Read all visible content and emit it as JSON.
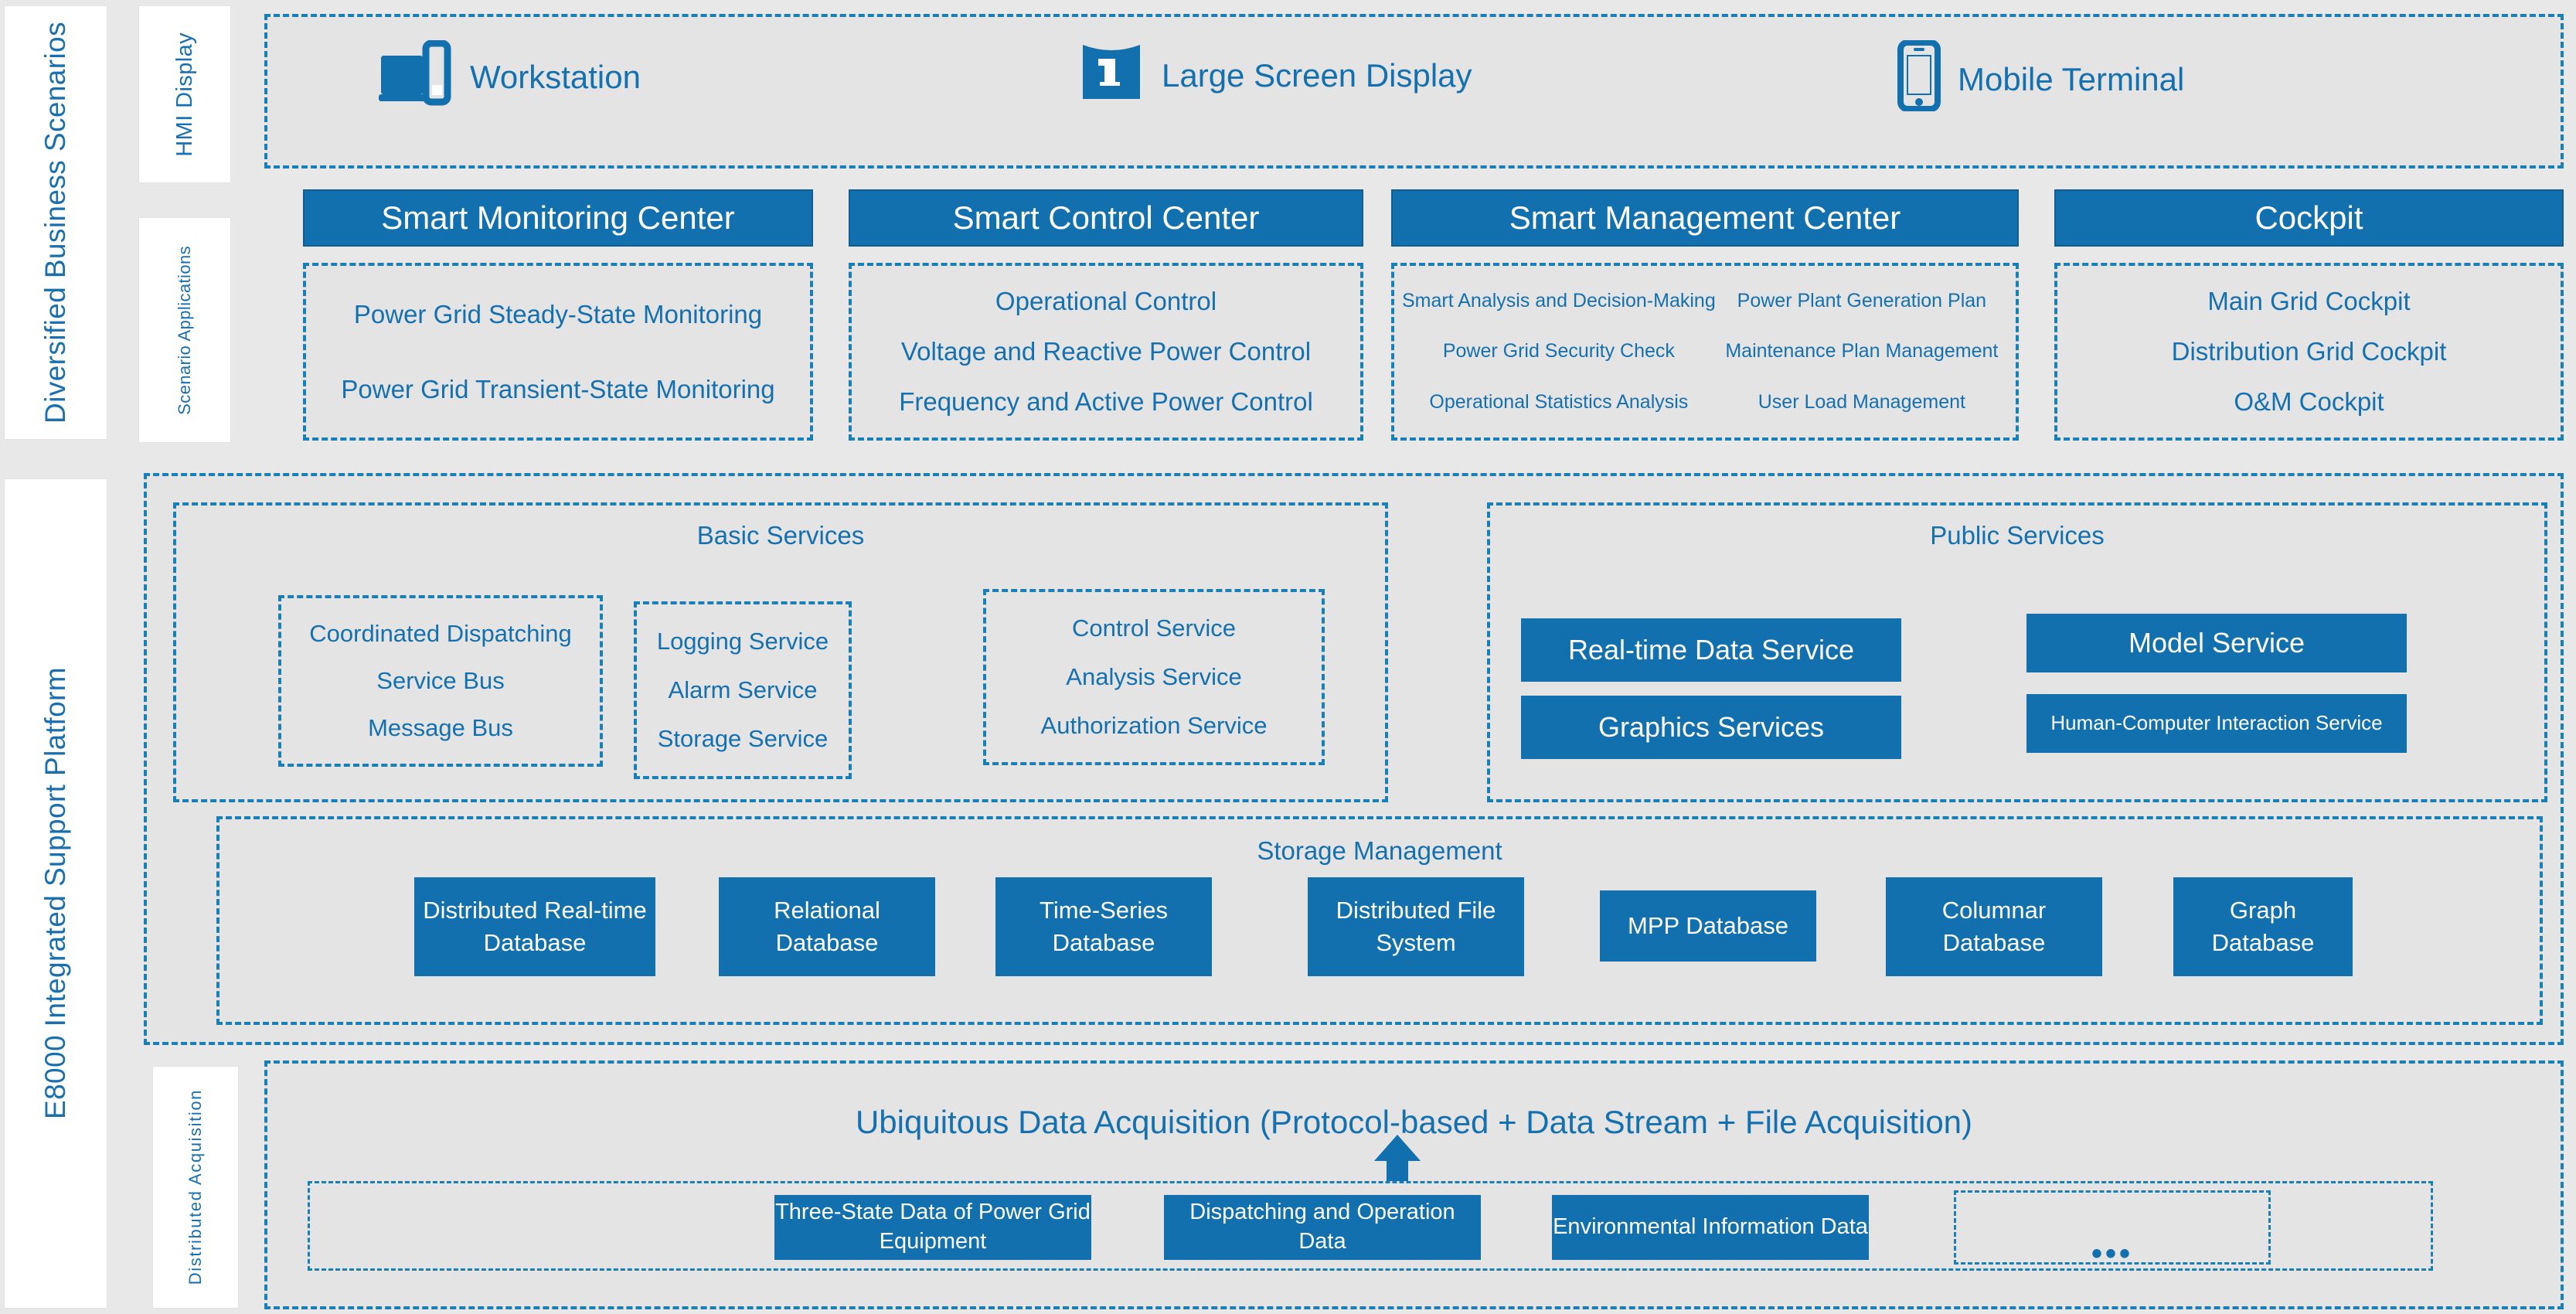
{
  "rails": {
    "scenarios": "Diversified Business Scenarios",
    "platform": "E8000 Integrated Support Platform",
    "hmi": "HMI Display",
    "apps": "Scenario Applications",
    "acquisition": "Distributed Acquisition"
  },
  "colors": {
    "brand_blue": "#1270ae",
    "text_blue": "#1570b0",
    "dash_blue": "#1a7fb5",
    "panel_gray": "#e4e4e4",
    "page_gray": "#e8e8e8"
  },
  "hmi_display": {
    "items": [
      {
        "label": "Workstation",
        "icon": "workstation-icon"
      },
      {
        "label": "Large Screen Display",
        "icon": "large-screen-icon"
      },
      {
        "label": "Mobile Terminal",
        "icon": "mobile-phone-icon"
      }
    ]
  },
  "scenario_applications": {
    "columns": [
      {
        "title": "Smart Monitoring Center",
        "items": [
          "Power Grid Steady-State Monitoring",
          "Power Grid Transient-State Monitoring"
        ]
      },
      {
        "title": "Smart Control Center",
        "items": [
          "Operational Control",
          "Voltage and Reactive Power Control",
          "Frequency and Active Power Control"
        ]
      },
      {
        "title": "Smart Management Center",
        "items": [
          "Smart Analysis and Decision-Making",
          "Power Plant Generation Plan",
          "Power Grid Security Check",
          "Maintenance Plan Management",
          "Operational Statistics Analysis",
          "User Load Management"
        ]
      },
      {
        "title": "Cockpit",
        "items": [
          "Main Grid Cockpit",
          "Distribution Grid Cockpit",
          "O&M Cockpit"
        ]
      }
    ]
  },
  "basic_services": {
    "title": "Basic Services",
    "groups": [
      {
        "items": [
          "Coordinated Dispatching",
          "Service Bus",
          "Message Bus"
        ]
      },
      {
        "items": [
          "Logging Service",
          "Alarm Service",
          "Storage Service"
        ]
      },
      {
        "items": [
          "Control Service",
          "Analysis Service",
          "Authorization Service"
        ]
      }
    ]
  },
  "public_services": {
    "title": "Public Services",
    "items": [
      "Real-time Data Service",
      "Graphics Services",
      "Model Service",
      "Human-Computer Interaction Service"
    ]
  },
  "storage_management": {
    "title": "Storage Management",
    "databases": [
      "Distributed Real-time Database",
      "Relational Database",
      "Time-Series Database",
      "Distributed File System",
      "MPP Database",
      "Columnar Database",
      "Graph Database"
    ]
  },
  "data_acquisition": {
    "title": "Ubiquitous Data Acquisition (Protocol-based + Data Stream + File Acquisition)",
    "arrow_icon": "arrow-up-icon",
    "sources": [
      "Three-State Data of Power Grid Equipment",
      "Dispatching and Operation Data",
      "Environmental Information Data"
    ],
    "placeholder_ellipsis": "•••"
  }
}
